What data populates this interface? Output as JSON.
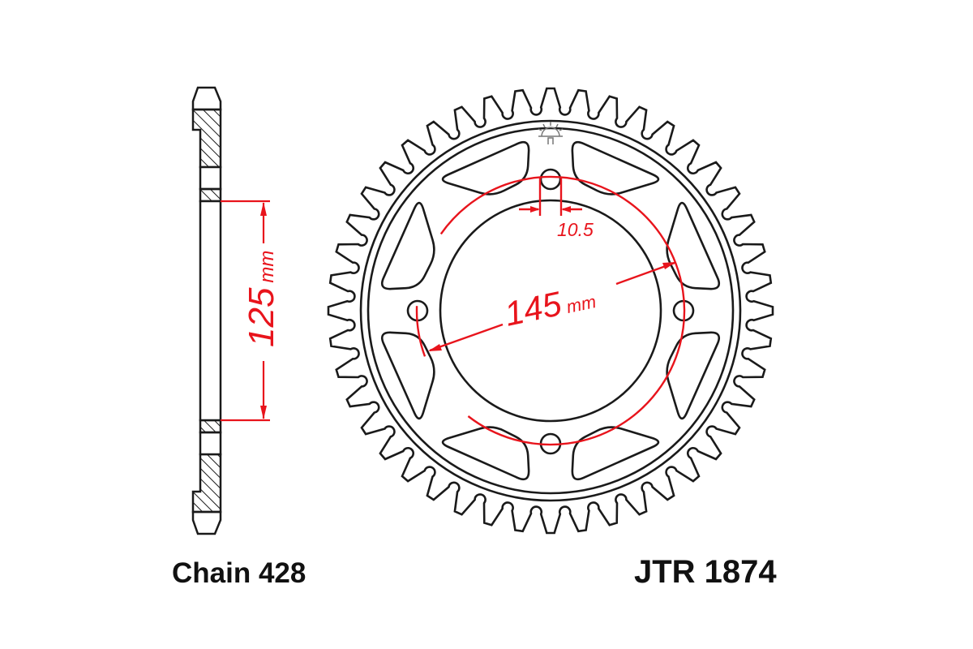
{
  "colors": {
    "outline": "#1a1a1a",
    "dimension": "#e8141c",
    "hatch": "#1a1a1a",
    "logo": "#777777"
  },
  "side_view": {
    "dimension_value": "125",
    "dimension_unit": "mm",
    "caption": "Chain 428"
  },
  "front_view": {
    "teeth": 44,
    "bolt_holes": 4,
    "windows": 8,
    "bolt_circle_value": "145",
    "bolt_circle_unit": "mm",
    "hole_dimension": "10.5",
    "logo_icon": "jt-sun-logo-icon",
    "caption": "JTR 1874"
  }
}
